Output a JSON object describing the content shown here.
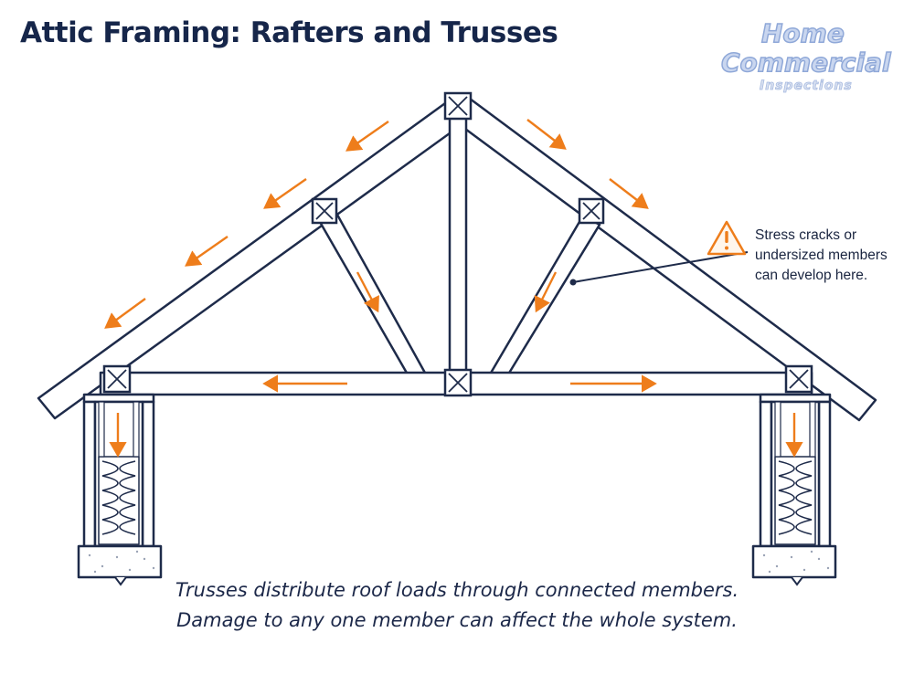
{
  "title": "Attic Framing: Rafters and Trusses",
  "logo": {
    "line1": "Home",
    "line2": "Commercial",
    "line3": "Inspections"
  },
  "callout": {
    "text": "Stress cracks or undersized members can develop here.",
    "icon": "warning-triangle-icon"
  },
  "caption": {
    "line1": "Trusses distribute roof loads through connected members.",
    "line2": "Damage to any one member can affect the whole system."
  },
  "colors": {
    "outline": "#1e2b4a",
    "arrow": "#ee7d1b",
    "background": "#ffffff",
    "logo": "#8fa8d8"
  }
}
